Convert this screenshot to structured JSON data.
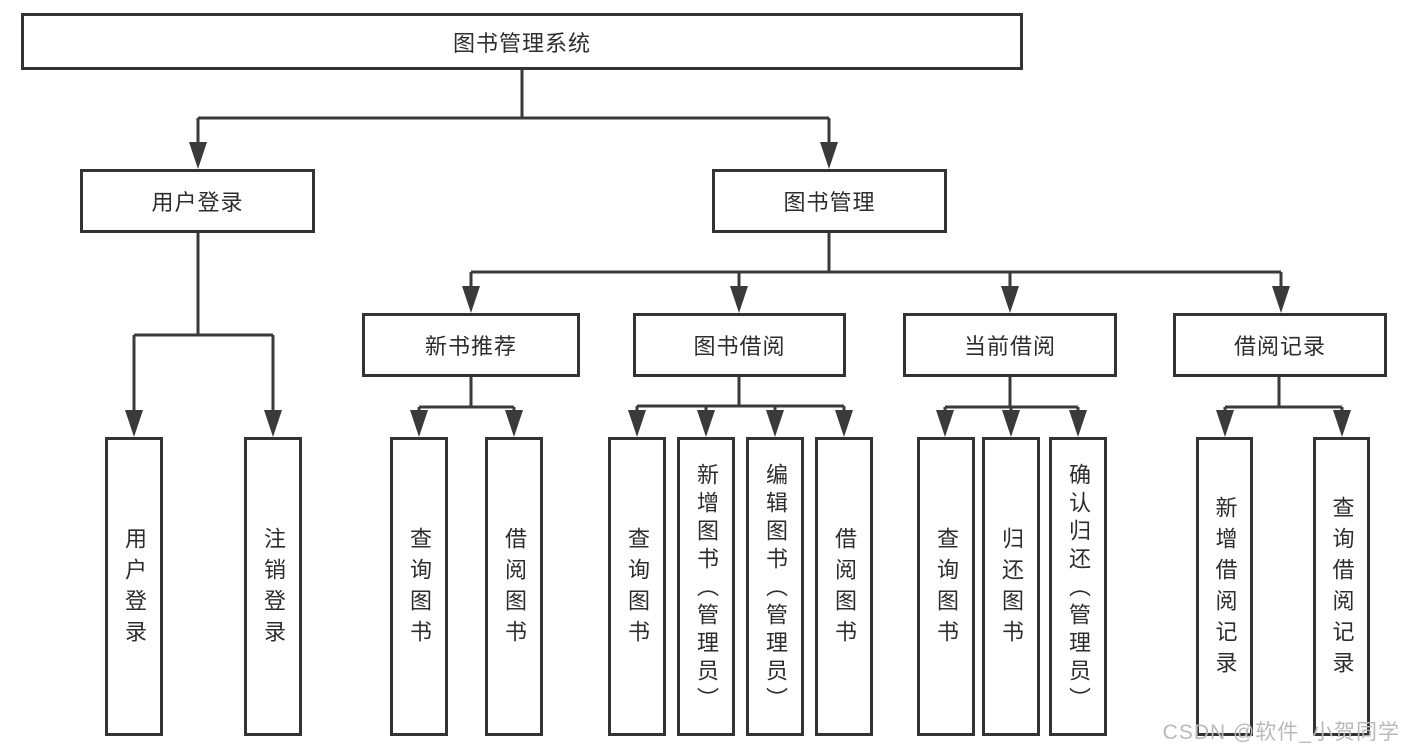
{
  "diagram": {
    "type": "hierarchy-tree",
    "tree": {
      "root": {
        "label": "图书管理系统",
        "children": [
          {
            "label": "用户登录",
            "children": [
              {
                "label": "用户登录"
              },
              {
                "label": "注销登录"
              }
            ]
          },
          {
            "label": "图书管理",
            "children": [
              {
                "label": "新书推荐",
                "children": [
                  {
                    "label": "查询图书"
                  },
                  {
                    "label": "借阅图书"
                  }
                ]
              },
              {
                "label": "图书借阅",
                "children": [
                  {
                    "label": "查询图书"
                  },
                  {
                    "label": "新增图书（管理员）"
                  },
                  {
                    "label": "编辑图书（管理员）"
                  },
                  {
                    "label": "借阅图书"
                  }
                ]
              },
              {
                "label": "当前借阅",
                "children": [
                  {
                    "label": "查询图书"
                  },
                  {
                    "label": "归还图书"
                  },
                  {
                    "label": "确认归还（管理员）"
                  }
                ]
              },
              {
                "label": "借阅记录",
                "children": [
                  {
                    "label": "新增借阅记录"
                  },
                  {
                    "label": "查询借阅记录"
                  }
                ]
              }
            ]
          }
        ]
      }
    },
    "colors": {
      "line": "#3a3a3a",
      "box_border": "#333333",
      "text": "#2d2d2d",
      "background": "#ffffff",
      "watermark": "#b9b9b9"
    }
  },
  "watermark": {
    "text": "CSDN @软件_小贺同学"
  }
}
